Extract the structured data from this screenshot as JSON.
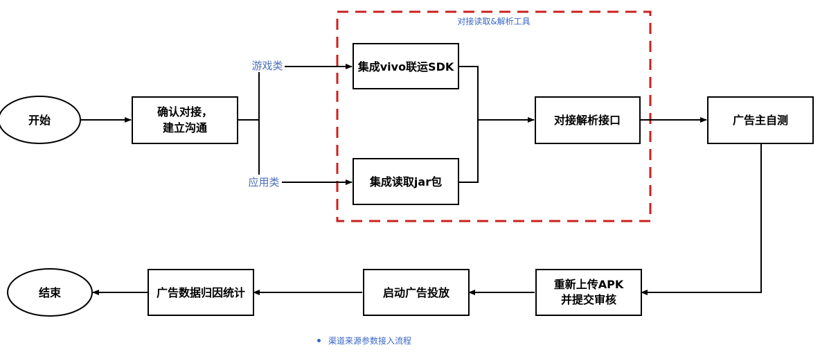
{
  "colors": {
    "stroke": "#000000",
    "group_border": "#cc1f1f",
    "branch_text": "#4a6fb5",
    "group_text": "#3a66c4",
    "caption_text": "#3a66c4"
  },
  "nodes": {
    "start": "开始",
    "confirm_line1": "确认对接，",
    "confirm_line2": "建立沟通",
    "sdk": "集成vivo联运SDK",
    "jar": "集成读取jar包",
    "parse": "对接解析接口",
    "self_test": "广告主自测",
    "reupload_line1": "重新上传APK",
    "reupload_line2": "并提交审核",
    "launch": "启动广告投放",
    "stats": "广告数据归因统计",
    "end": "结束"
  },
  "branches": {
    "game": "游戏类",
    "app": "应用类"
  },
  "group": {
    "title": "对接读取&解析工具"
  },
  "caption": "渠道来源参数接入流程"
}
